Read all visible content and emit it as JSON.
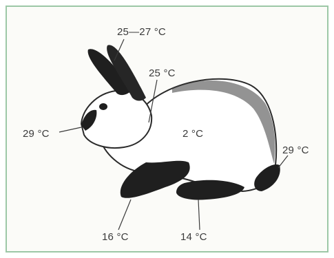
{
  "labels": {
    "ears": "25—27 °C",
    "back": "25 °C",
    "nose": "29 °C",
    "body": "2 °C",
    "tail": "29 °C",
    "front_paw": "16 °C",
    "hind_paw": "14 °C"
  },
  "colors": {
    "frame_border": "#9cc7a6",
    "fur_white": "#ffffff",
    "fur_dark": "#1f1f1f",
    "text": "#3a3a3a"
  }
}
